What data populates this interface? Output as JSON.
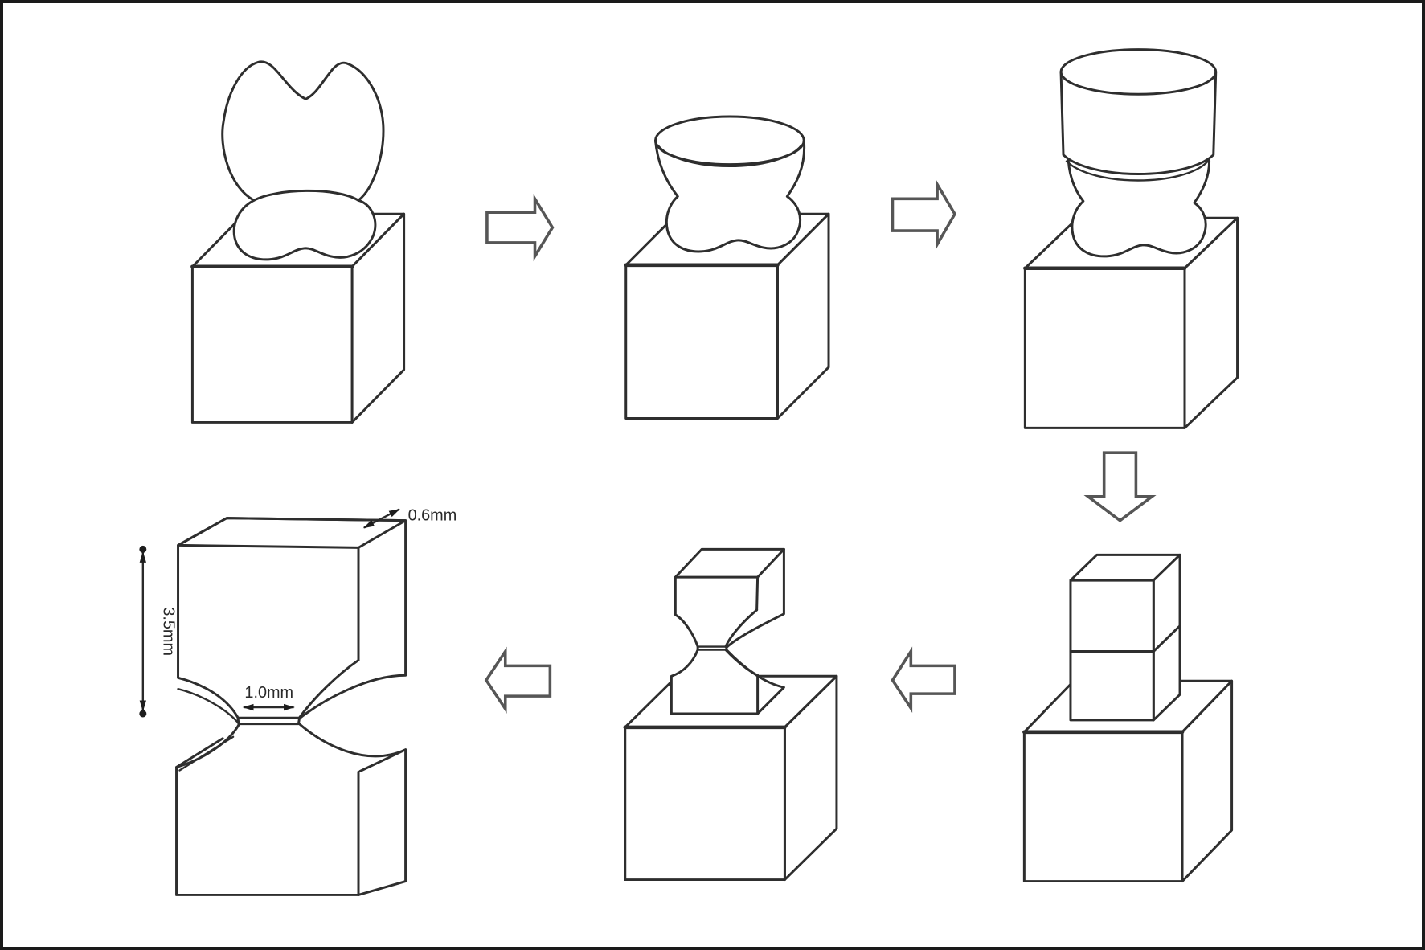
{
  "figure": {
    "type": "specimen-preparation-process-diagram",
    "background_color": "#ffffff",
    "border_color": "#1a1a1a",
    "line_color": "#2e2e2e",
    "arrow_color": "#565656",
    "annotations": {
      "depth": "0.6mm",
      "height": "3.5mm",
      "waist": "1.0mm"
    },
    "steps": [
      {
        "id": 1,
        "name": "tooth-embedded-in-block"
      },
      {
        "id": 2,
        "name": "crown-ground-flat"
      },
      {
        "id": 3,
        "name": "cylinder-buildup-on-tooth"
      },
      {
        "id": 4,
        "name": "sectioned-beam-on-block"
      },
      {
        "id": 5,
        "name": "hourglass-notched-beam-on-block"
      },
      {
        "id": 6,
        "name": "final-dumbbell-specimen-with-dimensions"
      }
    ],
    "arrows": [
      {
        "direction": "right"
      },
      {
        "direction": "right"
      },
      {
        "direction": "down"
      },
      {
        "direction": "left"
      },
      {
        "direction": "left"
      }
    ]
  }
}
